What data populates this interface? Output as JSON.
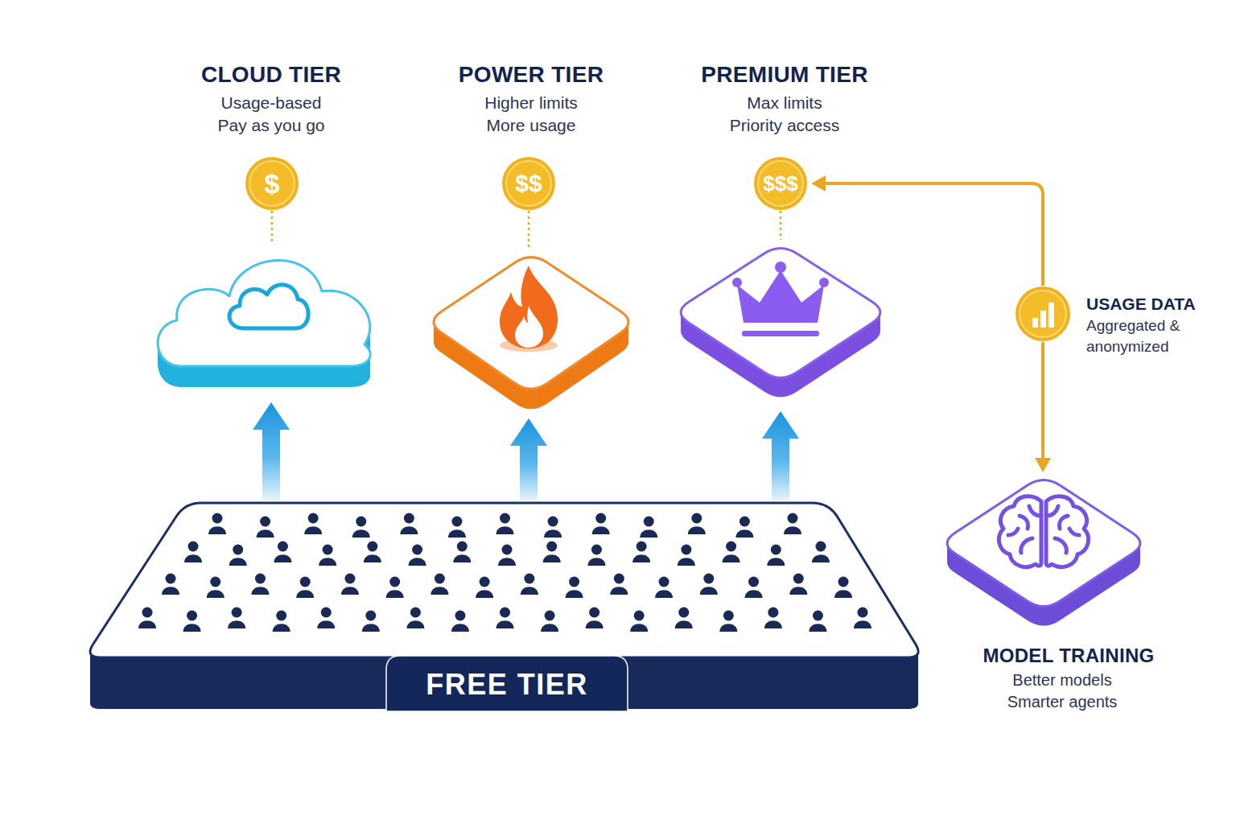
{
  "diagram": {
    "nodes": [
      {
        "text": [
          "CLOUD TIER",
          "Usage-based Pay as you go"
        ]
      },
      {
        "text": [
          "$"
        ]
      },
      {
        "text": [
          "POWER TIER",
          "Higher limits More usage"
        ]
      },
      {
        "text": [
          "$$"
        ]
      },
      {
        "text": [
          "PREMIUM TIER",
          "Max limits Priority access"
        ]
      },
      {
        "text": [
          "$$$"
        ]
      },
      {
        "text": [
          "USAGE DATA",
          "Aggregated & anonymized"
        ]
      },
      {
        "text": [
          "FREE TIER"
        ]
      },
      {
        "text": [
          "MODEL TRAINING",
          "Better models Smarter agents"
        ]
      }
    ],
    "edges": [
      {
        "from": 1,
        "to": 0,
        "arrow": "none"
      },
      {
        "from": 3,
        "to": 2,
        "arrow": "none"
      },
      {
        "from": 5,
        "to": 4,
        "arrow": "none"
      },
      {
        "from": 7,
        "to": 0,
        "arrow": "to"
      },
      {
        "from": 7,
        "to": 2,
        "arrow": "to"
      },
      {
        "from": 7,
        "to": 4,
        "arrow": "to"
      },
      {
        "from": 6,
        "to": 5,
        "arrow": "to"
      },
      {
        "from": 6,
        "to": 8,
        "arrow": "to"
      }
    ]
  }
}
